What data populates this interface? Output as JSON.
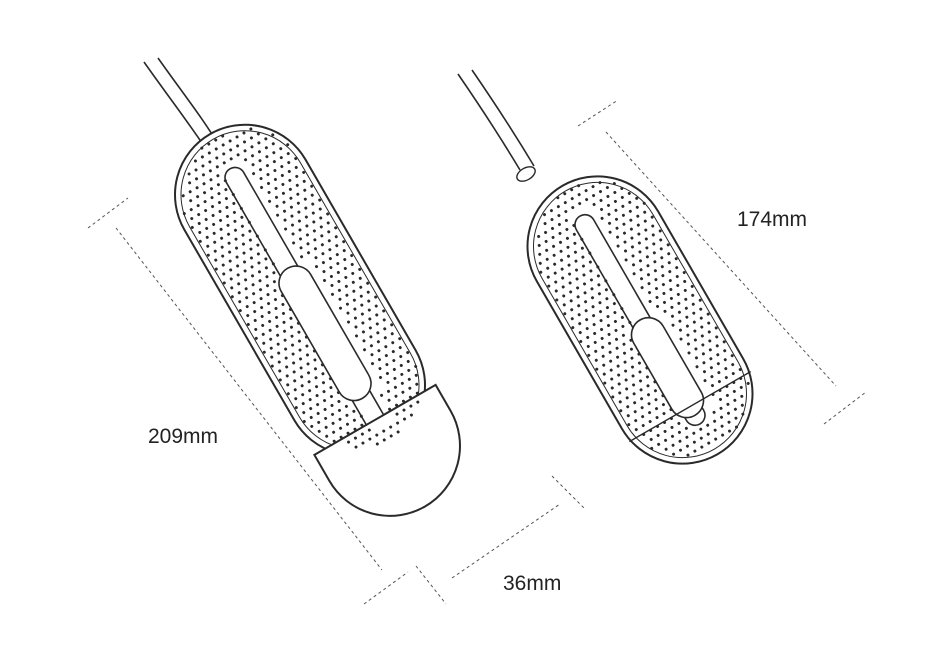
{
  "dimensions": {
    "long_length": "209mm",
    "short_length": "174mm",
    "width": "36mm"
  },
  "colors": {
    "line": "#2a2a2a",
    "dim_line": "#555555",
    "background": "#ffffff"
  }
}
